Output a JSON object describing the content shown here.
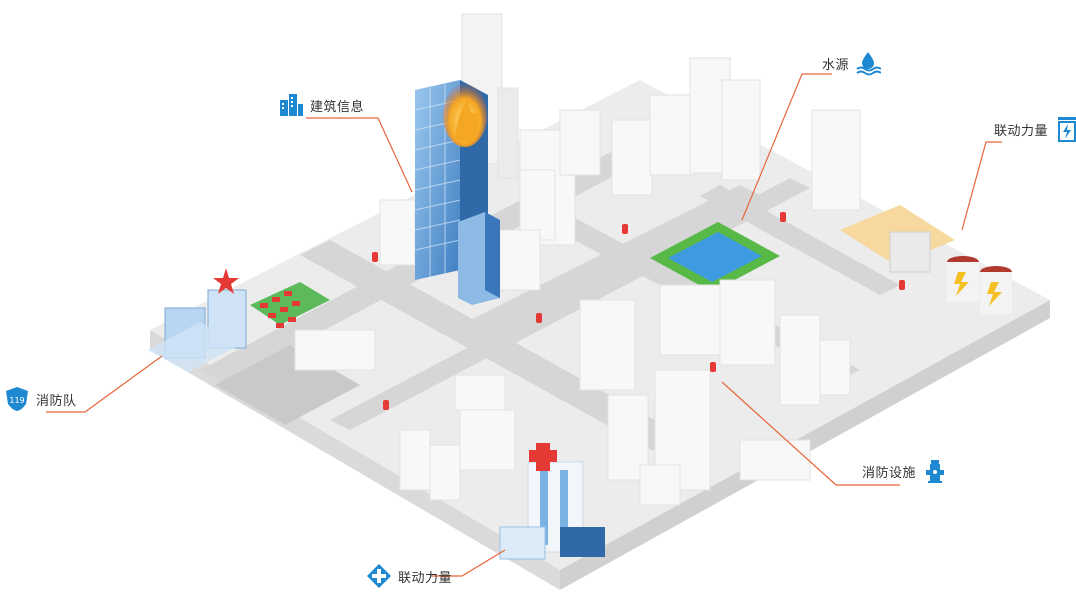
{
  "callouts": {
    "building_info": {
      "label": "建筑信息",
      "icon": "building-icon"
    },
    "water_source": {
      "label": "水源",
      "icon": "water-icon"
    },
    "linkage_power": {
      "label": "联动力量",
      "icon": "power-icon"
    },
    "fire_team": {
      "label": "消防队",
      "icon": "fire-station-119-icon",
      "badge": "119"
    },
    "fire_facilities": {
      "label": "消防设施",
      "icon": "hydrant-icon"
    },
    "linkage_medical": {
      "label": "联动力量",
      "icon": "medical-icon"
    }
  },
  "colors": {
    "accent": "#1E88D0",
    "leader_line": "#E8653A",
    "road": "#D2D2D2",
    "ground": "#EDEDED",
    "building": "#F7F7F7",
    "hydrant": "#E53935",
    "pool_green": "#58B947",
    "pool_water": "#3F9BE0",
    "fire": "#F5A623"
  }
}
